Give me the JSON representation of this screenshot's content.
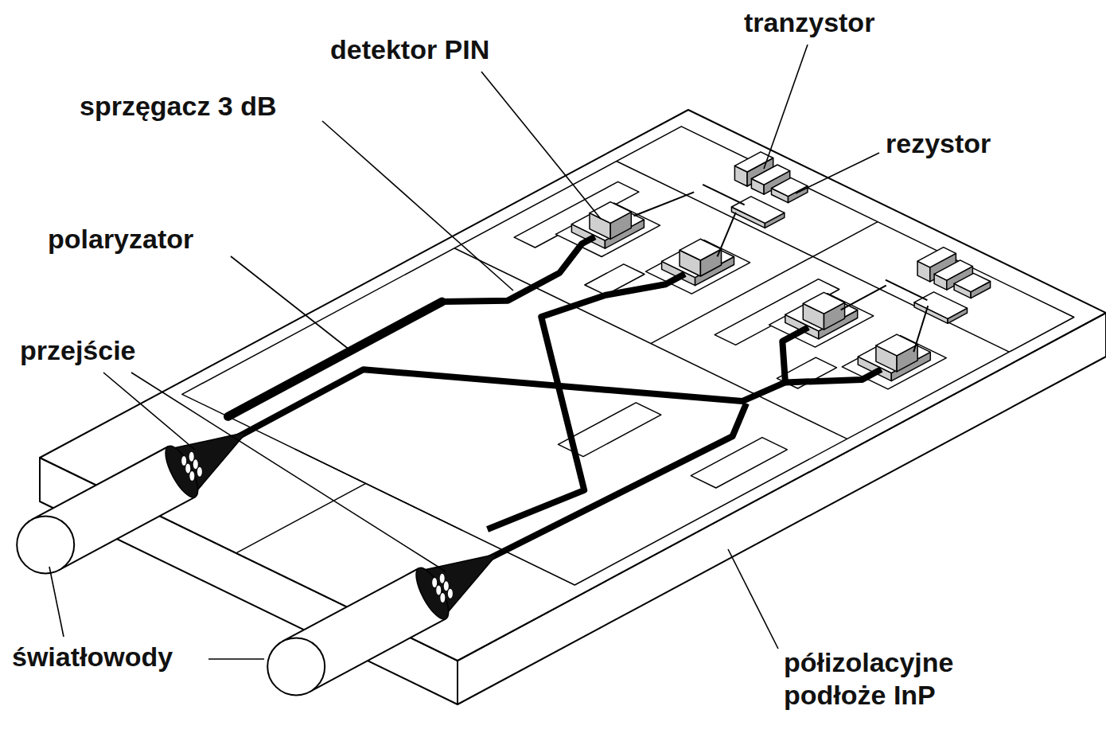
{
  "diagram": {
    "labels": [
      "tranzystor",
      "detektor PIN",
      "sprzęgacz 3 dB",
      "rezystor",
      "polaryzator",
      "przejście",
      "światłowody",
      "półizolacyjne podłoże InP"
    ]
  }
}
